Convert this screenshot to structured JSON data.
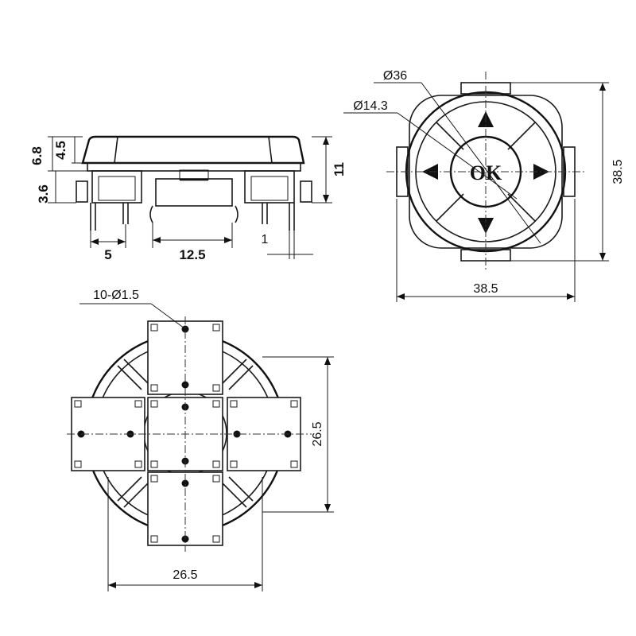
{
  "side_view": {
    "dim_total_height": "6.8",
    "dim_cap_height": "4.5",
    "dim_body_height": "3.6",
    "dim_overall_height": "11",
    "dim_pin_pitch": "5",
    "dim_center_switch": "12.5",
    "dim_pin_offset": "1"
  },
  "top_view": {
    "dim_outer_diameter": "Ø36",
    "dim_center_diameter": "Ø14.3",
    "center_button_label": "OK",
    "dim_width": "38.5",
    "dim_height": "38.5"
  },
  "bottom_view": {
    "dim_holes": "10-Ø1.5",
    "dim_width": "26.5",
    "dim_height": "26.5"
  }
}
